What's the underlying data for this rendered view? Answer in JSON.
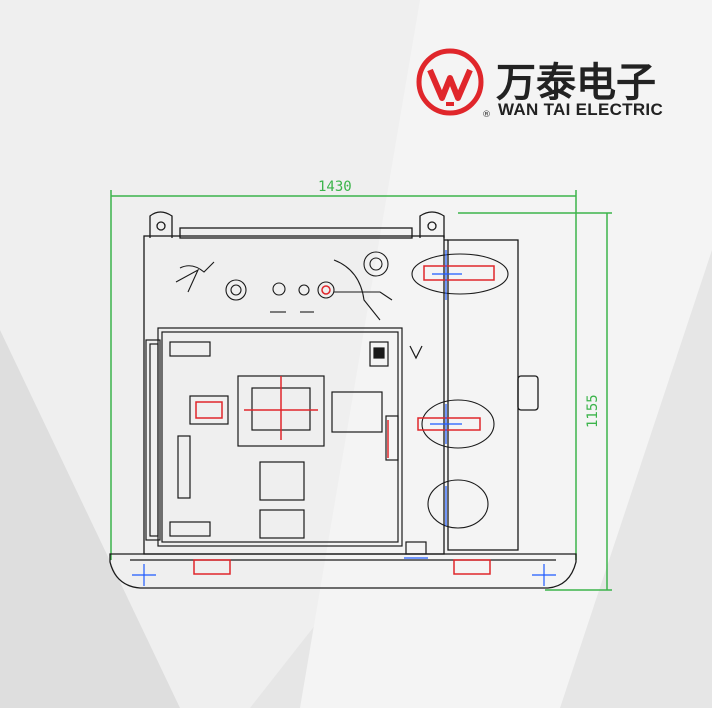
{
  "brand": {
    "name_cn": "万泰电子",
    "name_en": "WAN TAI ELECTRIC",
    "registered_mark": "®",
    "colors": {
      "logo_red": "#e0262b",
      "text": "#222222"
    }
  },
  "drawing": {
    "dimension_width": "1430",
    "dimension_height": "1155",
    "colors": {
      "dimension": "#3cb44b",
      "outline": "#1a1a1a",
      "center_mark": "#e0262b",
      "guide": "#1e5aff"
    }
  }
}
